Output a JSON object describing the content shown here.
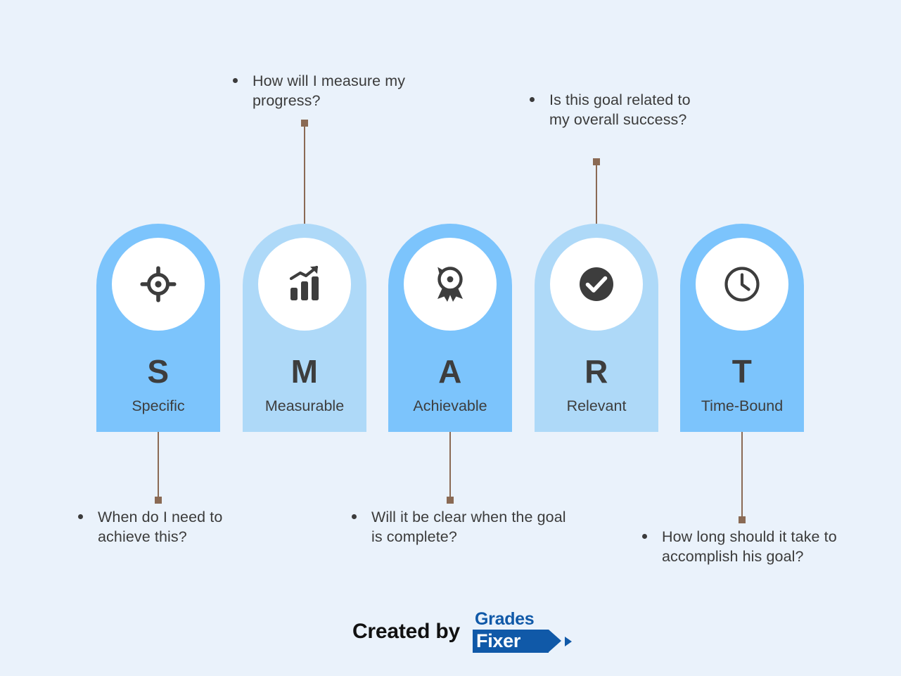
{
  "background_color": "#eaf2fb",
  "colors": {
    "pillar_dark": "#7cc4fc",
    "pillar_light": "#aed9f8",
    "connector": "#8a6a54",
    "text": "#3d3d3d",
    "logo_blue": "#1059a8"
  },
  "pillars": [
    {
      "letter": "S",
      "word": "Specific",
      "icon": "target-crosshair-icon",
      "shade": "dark"
    },
    {
      "letter": "M",
      "word": "Measurable",
      "icon": "bar-chart-growth-icon",
      "shade": "light"
    },
    {
      "letter": "A",
      "word": "Achievable",
      "icon": "award-medal-icon",
      "shade": "dark"
    },
    {
      "letter": "R",
      "word": "Relevant",
      "icon": "check-circle-icon",
      "shade": "light"
    },
    {
      "letter": "T",
      "word": "Time-Bound",
      "icon": "clock-icon",
      "shade": "dark"
    }
  ],
  "callouts": [
    {
      "id": "measurable-question",
      "text": "How will I measure my progress?",
      "for": "M"
    },
    {
      "id": "relevant-question",
      "text": "Is this goal related to my overall success?",
      "for": "R"
    },
    {
      "id": "specific-question",
      "text": "When do I need to achieve this?",
      "for": "S"
    },
    {
      "id": "achievable-question",
      "text": "Will it be clear when the goal is complete?",
      "for": "A"
    },
    {
      "id": "timebound-question",
      "text": "How long should it take to accomplish his goal?",
      "for": "T"
    }
  ],
  "footer": {
    "created_label": "Created by",
    "logo_top": "Grades",
    "logo_bottom": "Fixer"
  }
}
